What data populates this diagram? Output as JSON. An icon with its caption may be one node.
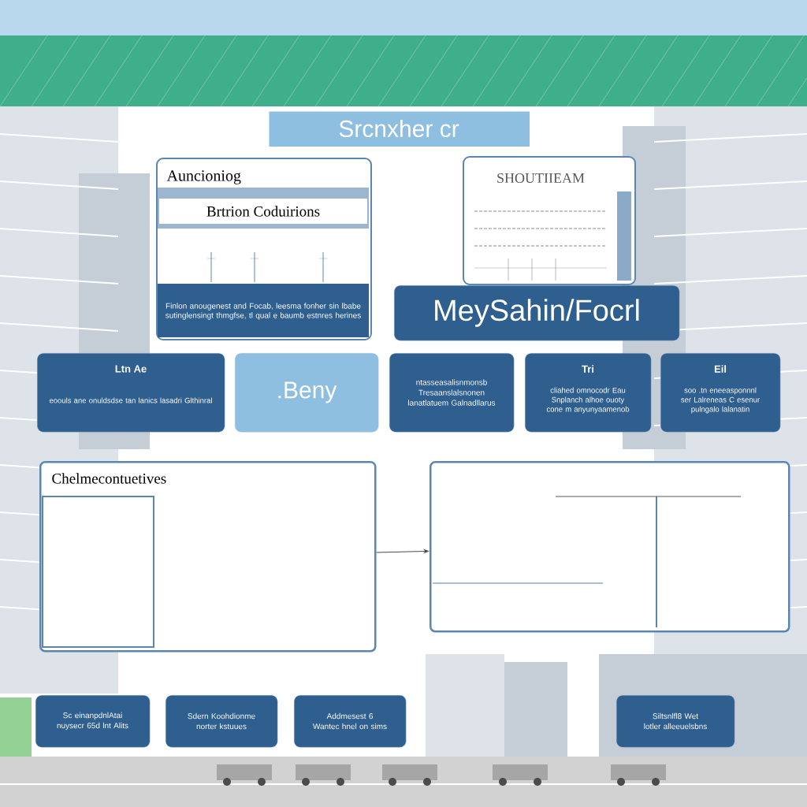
{
  "diagram": {
    "nodes": [
      {
        "text": [
          "Srcnxher cr"
        ]
      },
      {
        "text": [
          "Auncioniog",
          "Brtrion Coduirions",
          "Finlon anougenest and Focab, leesma fonher sin lbabe sutinglensingt thmgfse, tl qual e baumb estnres herines"
        ]
      },
      {
        "text": [
          "SHOUTIIEAM"
        ]
      },
      {
        "text": [
          "MeySahin/Focrl"
        ]
      },
      {
        "text": [
          "Ltn Ae",
          "eoouls ane onuldsdse tan lanics lasadri Glthinral"
        ]
      },
      {
        "text": [
          ".Beny"
        ]
      },
      {
        "text": [
          "ntasseasalisnmonsb Tresaanslalsnonen lanatlatuem Galnadllarus"
        ]
      },
      {
        "text": [
          "Tri",
          "cliahed omnocodr Eau Snplanch alhoe ouoty cone m anyunyaamenob"
        ]
      },
      {
        "text": [
          "Eil",
          "soo .tn eneeasponnnl ser Lalreneas C esenur pulngalo lalanatin"
        ]
      },
      {
        "text": [
          "Chelmecontuetives"
        ]
      },
      {
        "text": [],
        "shape": "box"
      },
      {
        "text": [
          "Sc einanpdnlAtai nuysecr 65d lnt Alits"
        ]
      },
      {
        "text": [
          "Sdern Koohdionme norter kstuues"
        ]
      },
      {
        "text": [
          "Addmesest 6 Wantec hnel on sims"
        ]
      },
      {
        "text": [
          "Siltsnlfl8 Wet lotler alleeuelsbns"
        ]
      }
    ],
    "edges": [
      {
        "from": 9,
        "to": 10,
        "arrow": "to"
      }
    ]
  }
}
